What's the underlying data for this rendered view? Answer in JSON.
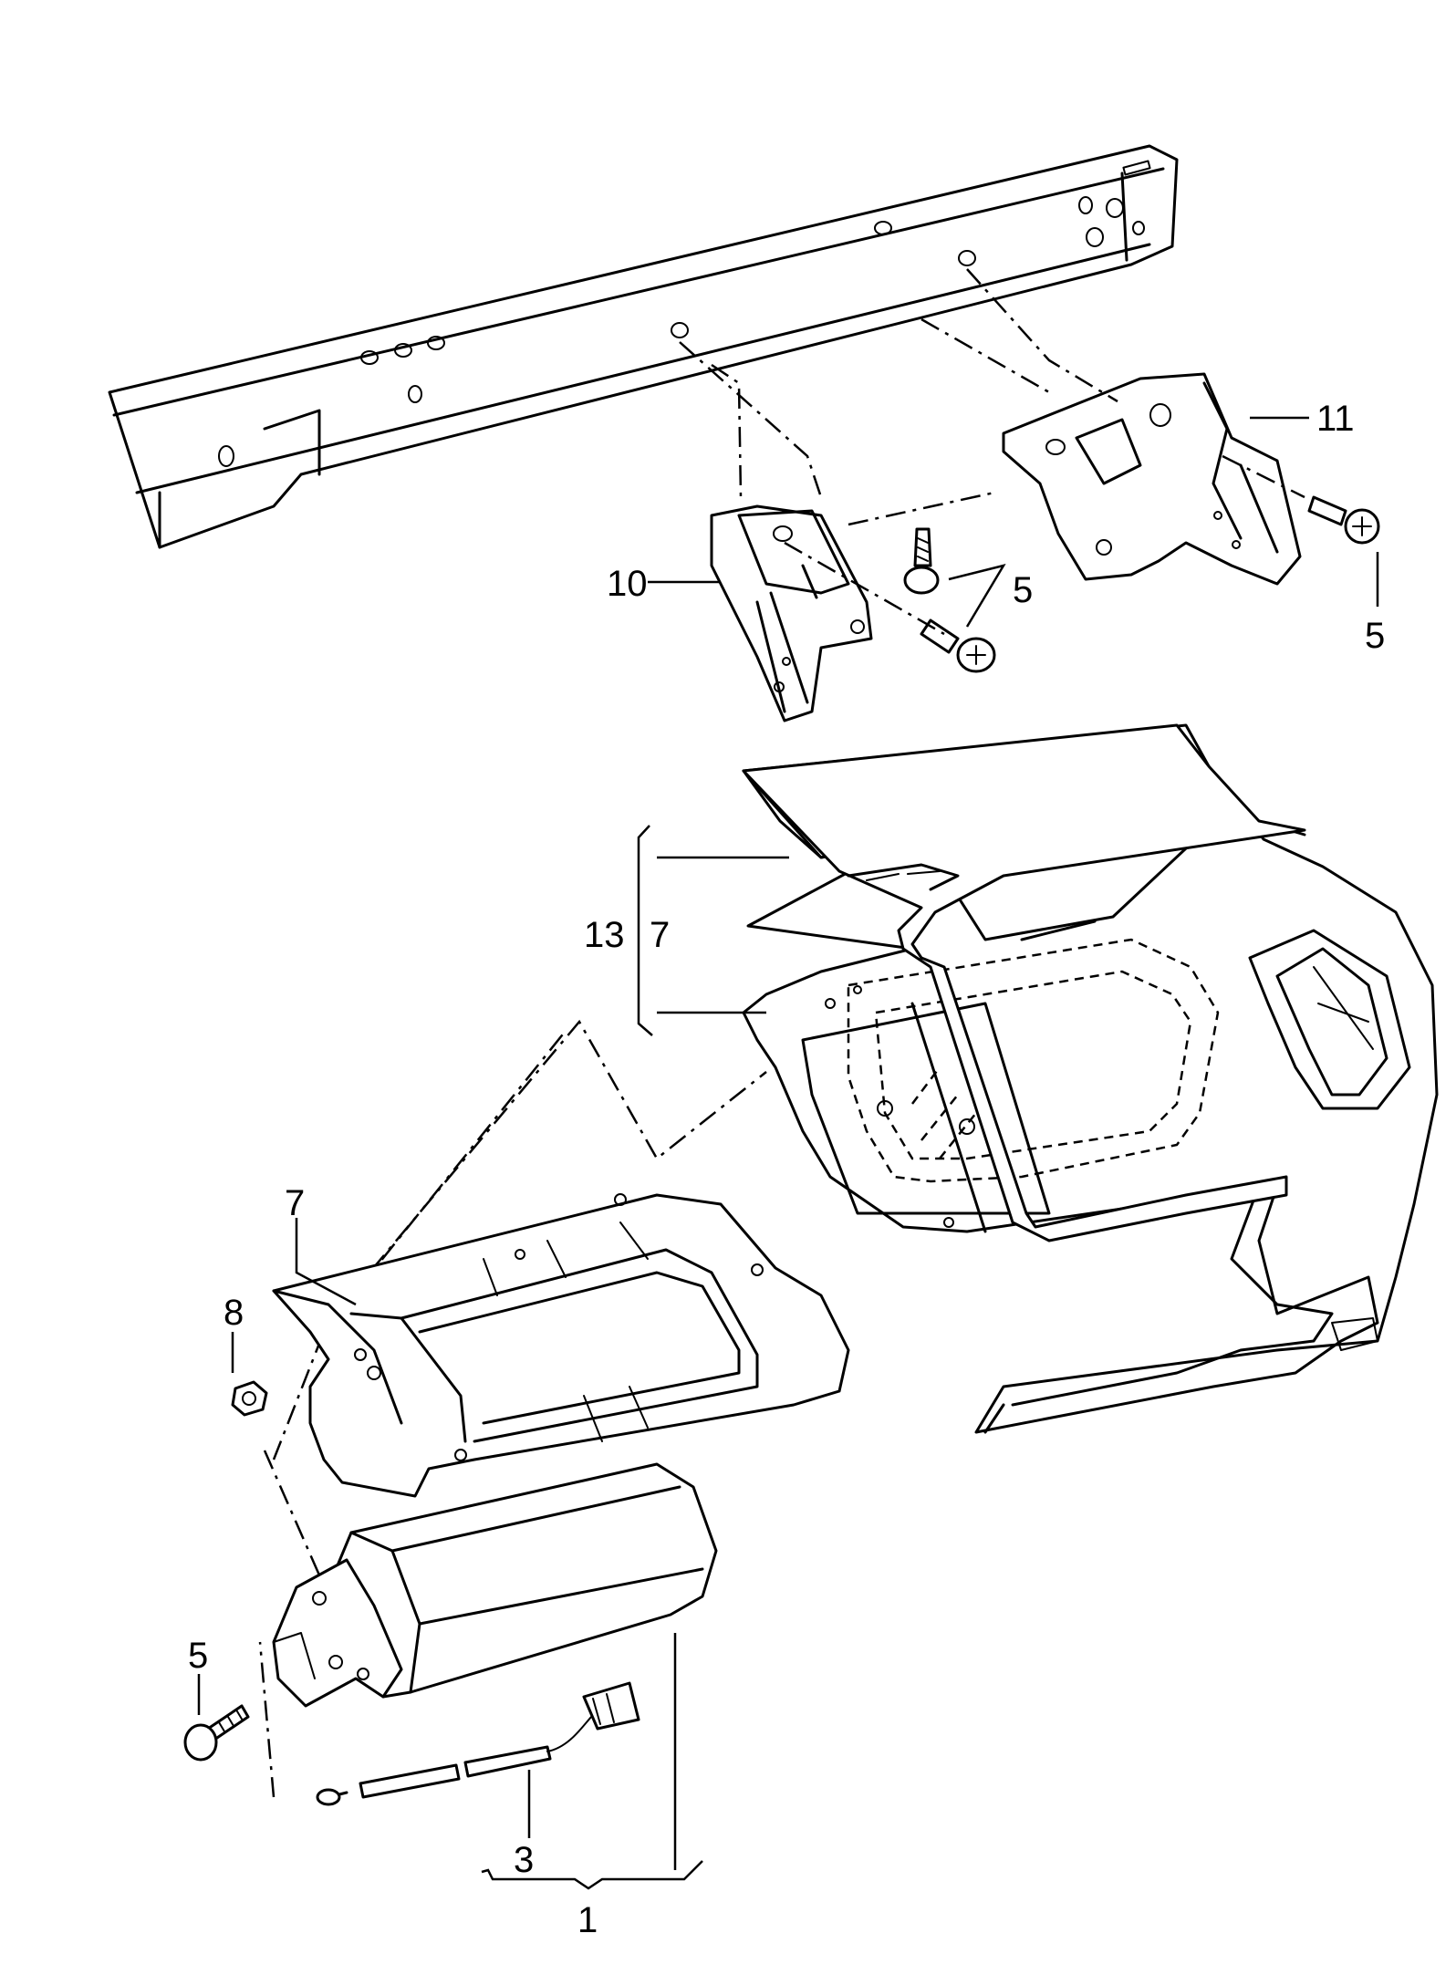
{
  "callouts": {
    "c1": "1",
    "c3": "3",
    "c5a": "5",
    "c5b": "5",
    "c5c": "5",
    "c7a": "7",
    "c7b": "7",
    "c8": "8",
    "c10": "10",
    "c11": "11",
    "c13": "13"
  }
}
